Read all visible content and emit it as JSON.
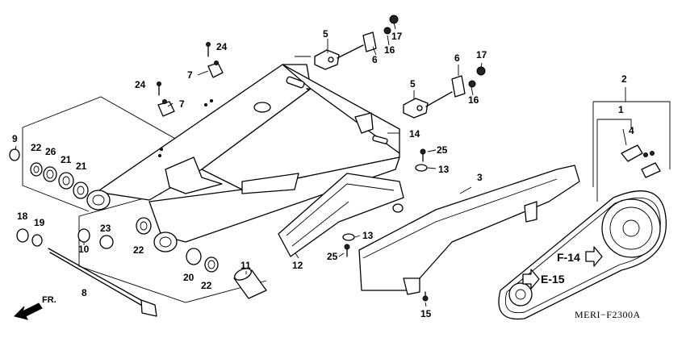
{
  "diagram": {
    "part_numbers": {
      "p1": "1",
      "p2": "2",
      "p3": "3",
      "p4": "4",
      "p5a": "5",
      "p5b": "5",
      "p6a": "6",
      "p6b": "6",
      "p7a": "7",
      "p7b": "7",
      "p8": "8",
      "p9": "9",
      "p10": "10",
      "p11": "11",
      "p12": "12",
      "p13a": "13",
      "p13b": "13",
      "p14": "14",
      "p15": "15",
      "p16a": "16",
      "p16b": "16",
      "p17a": "17",
      "p17b": "17",
      "p18": "18",
      "p19": "19",
      "p20": "20",
      "p21a": "21",
      "p21b": "21",
      "p22a": "22",
      "p22b": "22",
      "p22c": "22",
      "p23": "23",
      "p24a": "24",
      "p24b": "24",
      "p25a": "25",
      "p25b": "25",
      "p26": "26"
    },
    "references": {
      "f14": "F-14",
      "e15": "E-15"
    },
    "direction_label": "FR.",
    "diagram_code": "MERI−F2300A"
  }
}
